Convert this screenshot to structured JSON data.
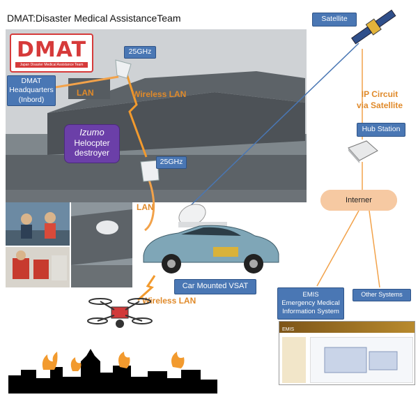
{
  "title": "DMAT:Disaster Medical AssistanceTeam",
  "logo": {
    "big": "DMAT",
    "small": "Japan Disaster Medical Assistance Team"
  },
  "nodes": {
    "dmat_hq": "DMAT\nHeadquarters\n(Inbord)",
    "ghz_top": "25GHz",
    "ghz_bottom": "25GHz",
    "izumo_name": "Izumo",
    "izumo_desc": "Helocpter\ndestroyer",
    "satellite": "Satellite",
    "hub_station": "Hub Station",
    "internet": "Interner",
    "car_vsat": "Car Mounted VSAT",
    "emis": "EMIS\nEmergency Medical\nInformation System",
    "other_systems": "Other Systems"
  },
  "links": {
    "lan_top": "LAN",
    "wireless_lan_top": "Wireless LAN",
    "lan_bottom": "LAN",
    "ip_circuit": "IP Circuit\nvia Satellite",
    "wireless_lan_bottom": "Wireless LAN"
  },
  "emis_screen": {
    "header": "EMIS"
  },
  "colors": {
    "box": "#4a77b4",
    "link_text": "#e08a2a",
    "izumo": "#6b3fa8",
    "cloud": "#f6c9a2",
    "logo_red": "#d63a3a"
  }
}
